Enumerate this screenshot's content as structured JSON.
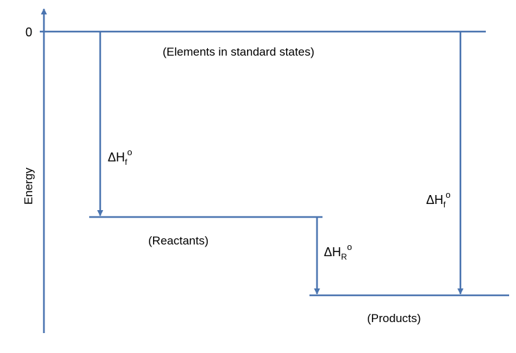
{
  "diagram": {
    "y_axis_label": "Energy",
    "zero_label": "0",
    "levels": {
      "elements": "(Elements in standard states)",
      "reactants": "(Reactants)",
      "products": "(Products)"
    },
    "arrows": {
      "reactants_formation": {
        "delta": "ΔH",
        "sub": "f",
        "sup": "o"
      },
      "reaction": {
        "delta": "ΔH",
        "sub": "R",
        "sup": "o"
      },
      "products_formation": {
        "delta": "ΔH",
        "sub": "f",
        "sup": "o"
      }
    },
    "line_color": "#4a74b0"
  }
}
